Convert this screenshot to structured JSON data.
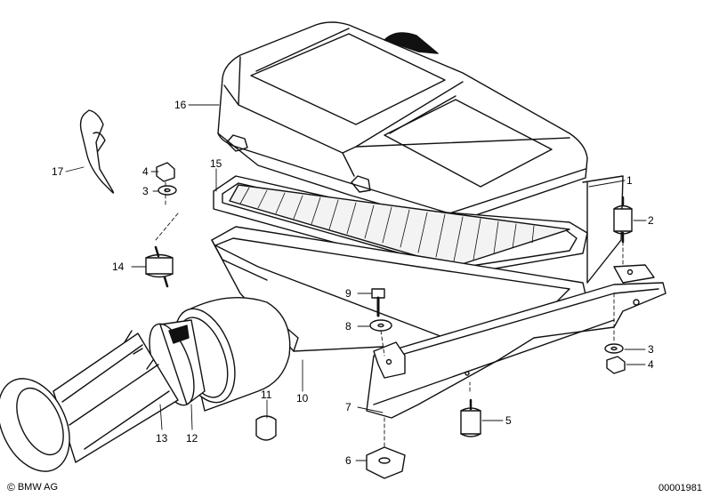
{
  "parts": [
    {
      "id": "part-1",
      "label": "1"
    },
    {
      "id": "part-2",
      "label": "2"
    },
    {
      "id": "part-3a",
      "label": "3"
    },
    {
      "id": "part-3b",
      "label": "3"
    },
    {
      "id": "part-4a",
      "label": "4"
    },
    {
      "id": "part-4b",
      "label": "4"
    },
    {
      "id": "part-5",
      "label": "5"
    },
    {
      "id": "part-6",
      "label": "6"
    },
    {
      "id": "part-7",
      "label": "7"
    },
    {
      "id": "part-8",
      "label": "8"
    },
    {
      "id": "part-9",
      "label": "9"
    },
    {
      "id": "part-10",
      "label": "10"
    },
    {
      "id": "part-11",
      "label": "11"
    },
    {
      "id": "part-12",
      "label": "12"
    },
    {
      "id": "part-13",
      "label": "13"
    },
    {
      "id": "part-14",
      "label": "14"
    },
    {
      "id": "part-15",
      "label": "15"
    },
    {
      "id": "part-16",
      "label": "16"
    },
    {
      "id": "part-17",
      "label": "17"
    }
  ],
  "footer": {
    "copyright_symbol": "©",
    "brand": "BMW AG",
    "diagram_number": "00001981"
  }
}
